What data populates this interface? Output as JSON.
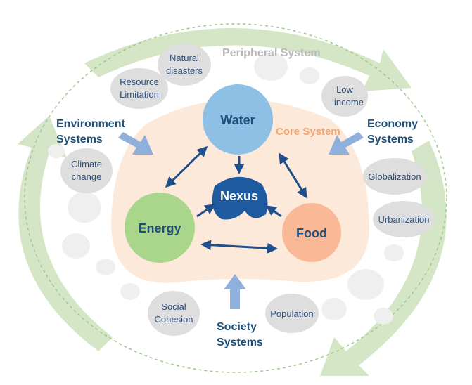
{
  "labels": {
    "peripheral": "Peripheral System",
    "core": "Core System"
  },
  "core_nodes": {
    "water": "Water",
    "energy": "Energy",
    "food": "Food",
    "nexus": "Nexus"
  },
  "drivers": {
    "environment": [
      "Environment",
      "Systems"
    ],
    "economy": [
      "Economy",
      "Systems"
    ],
    "society": [
      "Society",
      "Systems"
    ]
  },
  "factors": {
    "natural_disasters": [
      "Natural",
      "disasters"
    ],
    "resource_limitation": [
      "Resource",
      "Limitation"
    ],
    "low_income": [
      "Low",
      "income"
    ],
    "climate_change": [
      "Climate",
      "change"
    ],
    "globalization": [
      "Globalization"
    ],
    "urbanization": [
      "Urbanization"
    ],
    "social_cohesion": [
      "Social",
      "Cohesion"
    ],
    "population": [
      "Population"
    ]
  },
  "colors": {
    "cycle_arrow": "#cfe3c0",
    "core_area": "#fde9da",
    "water": "#8ec0e6",
    "energy": "#a9d68b",
    "food": "#f9b996",
    "nexus": "#1e5aa0",
    "pill": "#dedede",
    "arrow": "#1f4e8c",
    "driver_arrow": "#8fb0dd",
    "label": "#1f4e79",
    "peripheral_label": "#b7b7b7",
    "core_label": "#f3a46f"
  }
}
